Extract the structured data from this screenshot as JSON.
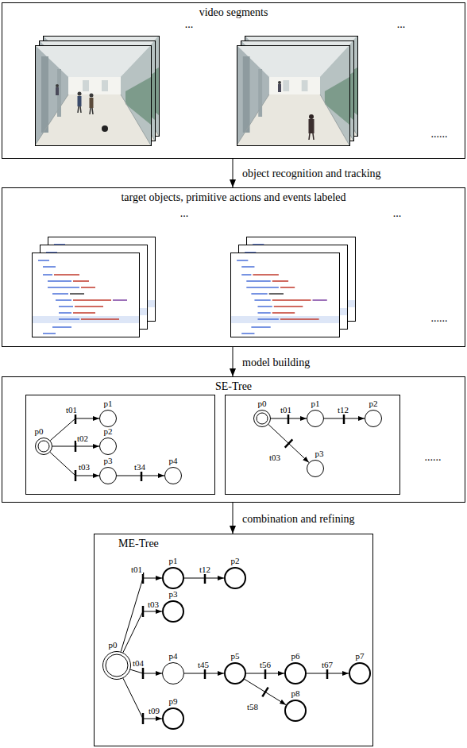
{
  "diagram": {
    "nodes": [
      {
        "text": [
          "video segments"
        ]
      },
      {
        "text": [
          "target objects, primitive actions and events labeled"
        ]
      },
      {
        "text": [
          "SE-Tree"
        ]
      },
      {
        "text": [
          "p0"
        ],
        "in": 2
      },
      {
        "text": [
          "p1"
        ],
        "in": 2
      },
      {
        "text": [
          "p2"
        ],
        "in": 2
      },
      {
        "text": [
          "p3"
        ],
        "in": 2
      },
      {
        "text": [
          "p4"
        ],
        "in": 2
      },
      {
        "text": [
          "p0"
        ],
        "in": 2
      },
      {
        "text": [
          "p1"
        ],
        "in": 2
      },
      {
        "text": [
          "p2"
        ],
        "in": 2
      },
      {
        "text": [
          "p3"
        ],
        "in": 2
      },
      {
        "text": [
          "ME-Tree"
        ]
      },
      {
        "text": [
          "p0"
        ],
        "in": 12
      },
      {
        "text": [
          "p1"
        ],
        "in": 12
      },
      {
        "text": [
          "p2"
        ],
        "in": 12
      },
      {
        "text": [
          "p3"
        ],
        "in": 12
      },
      {
        "text": [
          "p4"
        ],
        "in": 12
      },
      {
        "text": [
          "p5"
        ],
        "in": 12
      },
      {
        "text": [
          "p6"
        ],
        "in": 12
      },
      {
        "text": [
          "p7"
        ],
        "in": 12
      },
      {
        "text": [
          "p8"
        ],
        "in": 12
      },
      {
        "text": [
          "p9"
        ],
        "in": 12
      }
    ],
    "edges": [
      {
        "from": 0,
        "to": 1,
        "arrow": "to",
        "label": "object recognition and tracking"
      },
      {
        "from": 1,
        "to": 2,
        "arrow": "to",
        "label": "model building"
      },
      {
        "from": 2,
        "to": 12,
        "arrow": "to",
        "label": "combination and refining"
      },
      {
        "from": 3,
        "to": 4,
        "arrow": "to",
        "label": "t01"
      },
      {
        "from": 3,
        "to": 5,
        "arrow": "to",
        "label": "t02"
      },
      {
        "from": 3,
        "to": 6,
        "arrow": "to",
        "label": "t03"
      },
      {
        "from": 6,
        "to": 7,
        "arrow": "to",
        "label": "t34"
      },
      {
        "from": 8,
        "to": 9,
        "arrow": "to",
        "label": "t01"
      },
      {
        "from": 9,
        "to": 10,
        "arrow": "to",
        "label": "t12"
      },
      {
        "from": 8,
        "to": 11,
        "arrow": "to",
        "label": "t03"
      },
      {
        "from": 13,
        "to": 14,
        "arrow": "to",
        "label": "t01"
      },
      {
        "from": 14,
        "to": 15,
        "arrow": "to",
        "label": "t12"
      },
      {
        "from": 13,
        "to": 16,
        "arrow": "to",
        "label": "t03"
      },
      {
        "from": 13,
        "to": 17,
        "arrow": "to",
        "label": "t04"
      },
      {
        "from": 17,
        "to": 18,
        "arrow": "to",
        "label": "t45"
      },
      {
        "from": 18,
        "to": 19,
        "arrow": "to",
        "label": "t56"
      },
      {
        "from": 19,
        "to": 20,
        "arrow": "to",
        "label": "t67"
      },
      {
        "from": 18,
        "to": 21,
        "arrow": "to",
        "label": "t58"
      },
      {
        "from": 13,
        "to": 22,
        "arrow": "to",
        "label": "t09"
      }
    ],
    "labels": [
      "...",
      "...",
      "......",
      "...",
      "...",
      "......",
      "......"
    ]
  }
}
